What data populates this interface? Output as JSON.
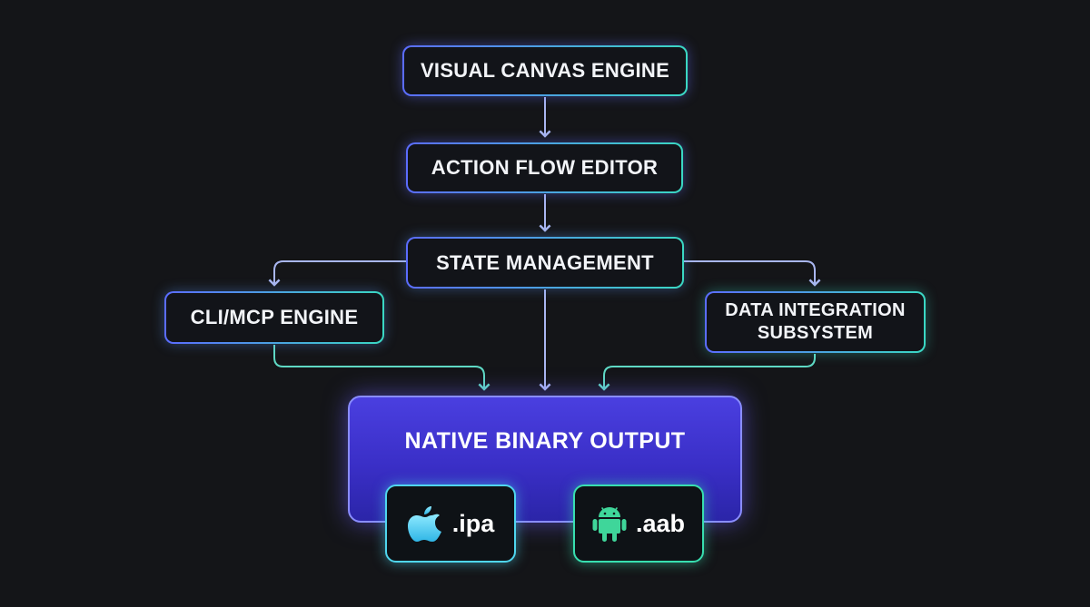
{
  "nodes": {
    "visual_canvas": "VISUAL CANVAS ENGINE",
    "action_flow": "ACTION FLOW EDITOR",
    "state_management": "STATE MANAGEMENT",
    "cli_mcp": "CLI/MCP ENGINE",
    "data_integration_line1": "DATA INTEGRATION",
    "data_integration_line2": "SUBSYSTEM"
  },
  "output": {
    "title": "NATIVE BINARY OUTPUT",
    "ios_label": ".ipa",
    "android_label": ".aab"
  },
  "icons": {
    "ios": "apple-icon",
    "android": "android-icon"
  },
  "colors": {
    "background": "#141518",
    "accent_blue": "#5b6cff",
    "accent_teal": "#3ad8c3",
    "output_purple": "#4a3fe0",
    "ios_cyan": "#4fd6ee",
    "android_green": "#38dfb0"
  }
}
